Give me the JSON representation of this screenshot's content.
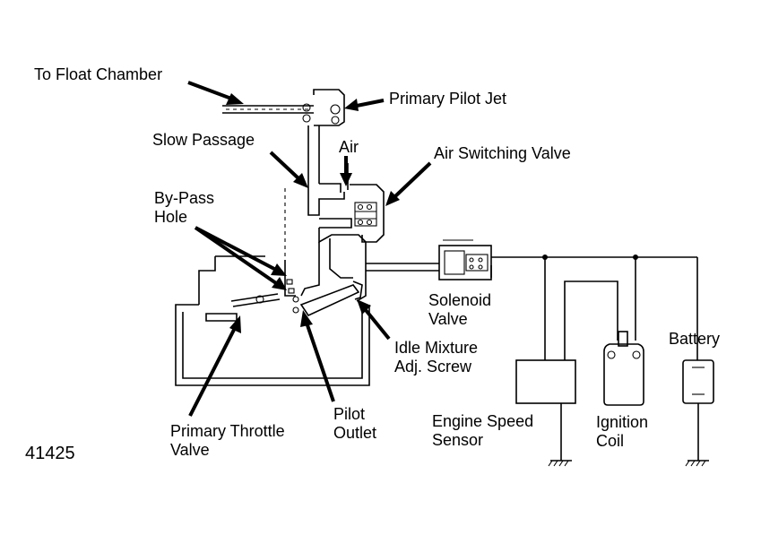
{
  "labels": {
    "to_float_chamber": "To Float Chamber",
    "primary_pilot_jet": "Primary Pilot Jet",
    "slow_passage": "Slow Passage",
    "air": "Air",
    "air_switching_valve": "Air Switching Valve",
    "by_pass_hole_1": "By-Pass",
    "by_pass_hole_2": "Hole",
    "solenoid_valve_1": "Solenoid",
    "solenoid_valve_2": "Valve",
    "battery": "Battery",
    "idle_mixture_1": "Idle Mixture",
    "idle_mixture_2": "Adj. Screw",
    "pilot_outlet_1": "Pilot",
    "pilot_outlet_2": "Outlet",
    "primary_throttle_1": "Primary Throttle",
    "primary_throttle_2": "Valve",
    "engine_speed_1": "Engine Speed",
    "engine_speed_2": "Sensor",
    "ignition_coil_1": "Ignition",
    "ignition_coil_2": "Coil"
  },
  "figure_number": "41425"
}
